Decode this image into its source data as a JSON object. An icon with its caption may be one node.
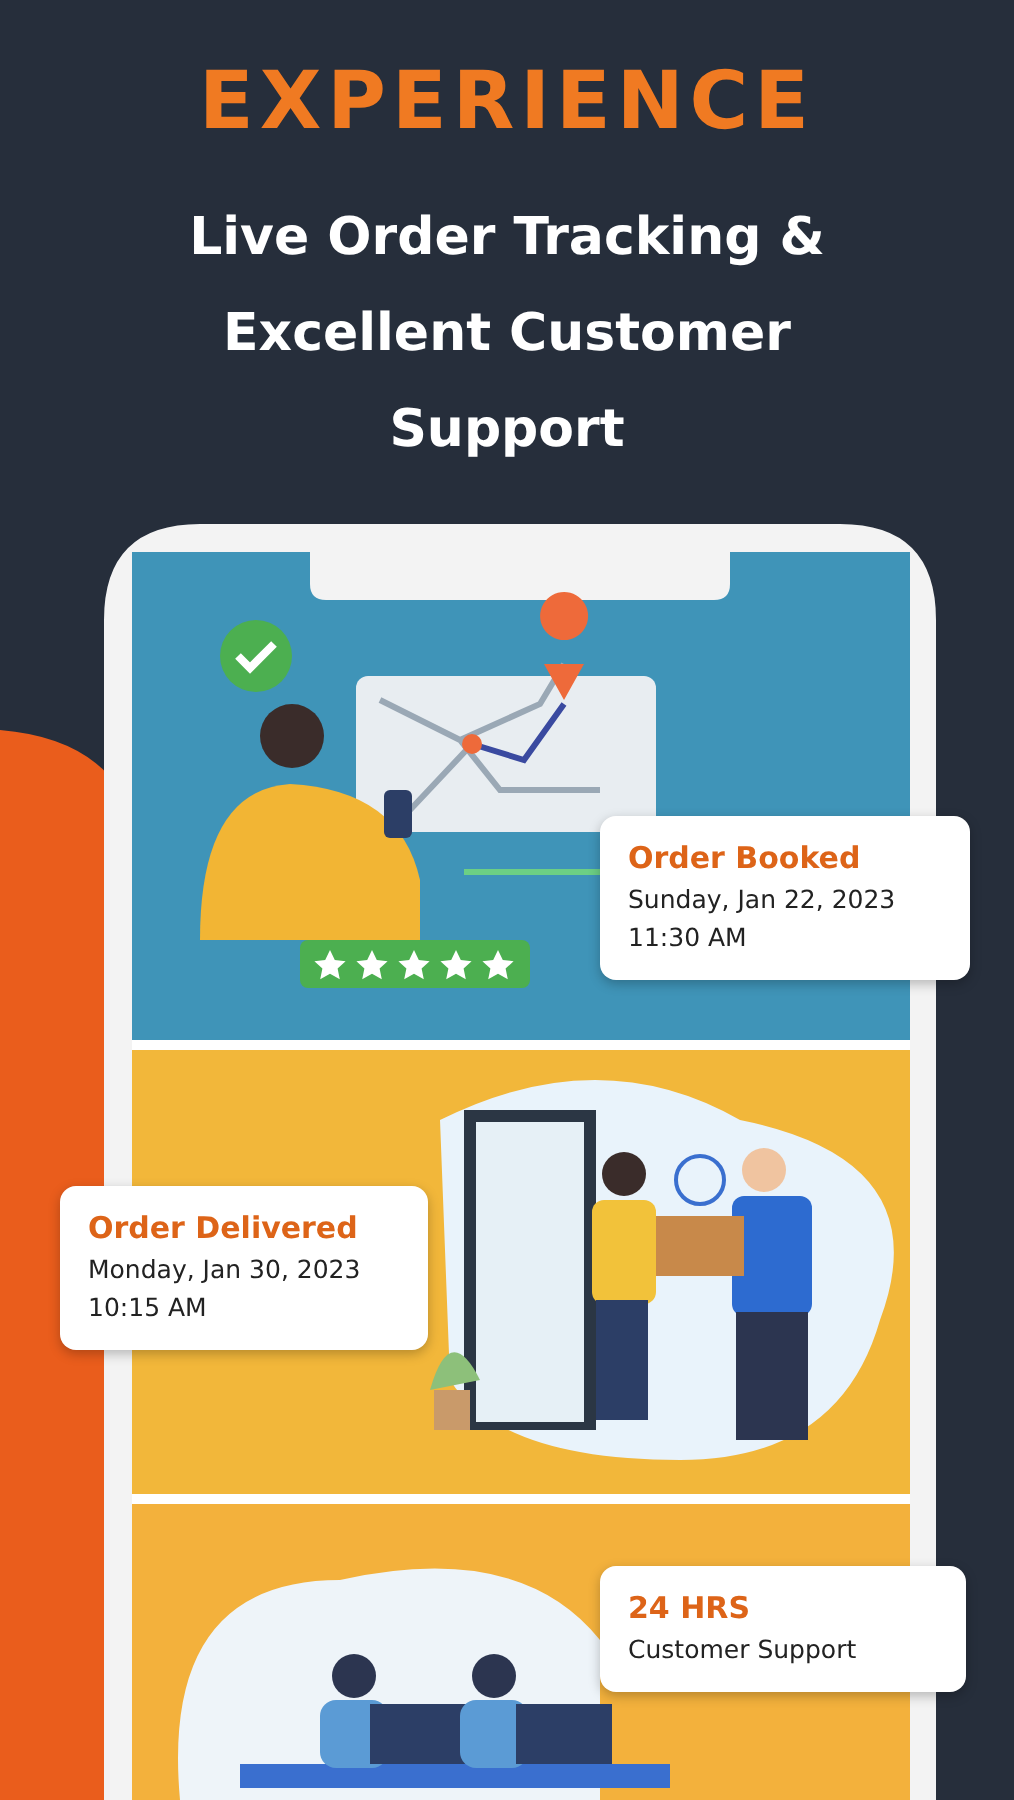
{
  "diagram": {
    "title": "EXPERIENCE",
    "nodes": [
      {
        "text": [
          "Order Booked",
          "Sunday, Jan 22, 2023",
          "11:30 AM"
        ]
      },
      {
        "text": [
          "Order Delivered",
          "Monday, Jan 30, 2023",
          "10:15 AM"
        ]
      },
      {
        "text": [
          "24 HRS",
          "Customer Support"
        ]
      }
    ],
    "labels": [
      "Live Order Tracking & Excellent Customer Support"
    ]
  }
}
